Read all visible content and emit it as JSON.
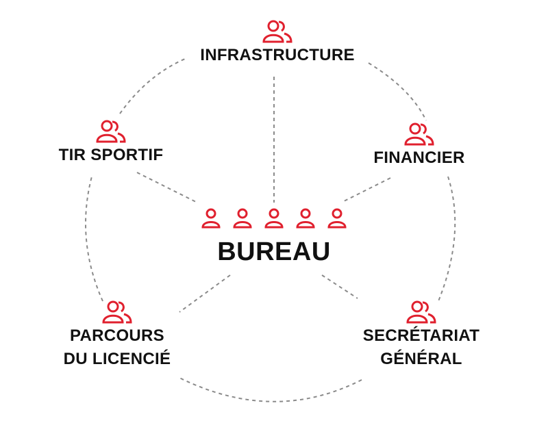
{
  "accent_color": "#e0202e",
  "line_color": "#8a8a8a",
  "center": {
    "label": "BUREAU",
    "icon": "person-icon",
    "icon_count": 5
  },
  "nodes": [
    {
      "id": "infrastructure",
      "lines": [
        "INFRASTRUCTURE"
      ],
      "icon": "group-icon"
    },
    {
      "id": "financier",
      "lines": [
        "FINANCIER"
      ],
      "icon": "group-icon"
    },
    {
      "id": "secretariat",
      "lines": [
        "SECRÉTARIAT",
        "GÉNÉRAL"
      ],
      "icon": "group-icon"
    },
    {
      "id": "parcours",
      "lines": [
        "PARCOURS",
        "DU LICENCIÉ"
      ],
      "icon": "group-icon"
    },
    {
      "id": "tir-sportif",
      "lines": [
        "TIR SPORTIF"
      ],
      "icon": "group-icon"
    }
  ]
}
